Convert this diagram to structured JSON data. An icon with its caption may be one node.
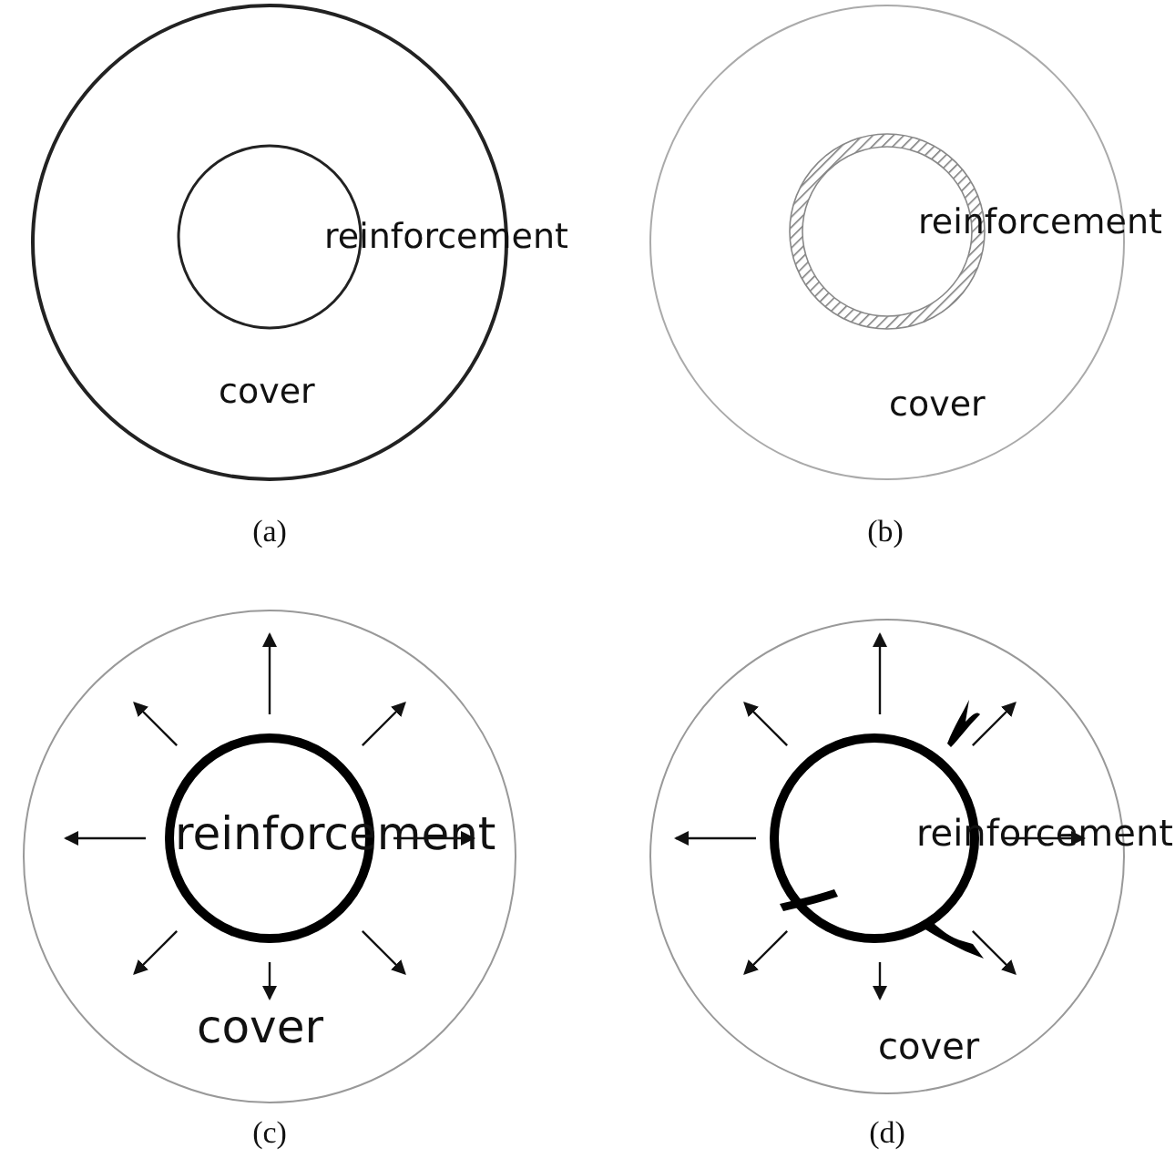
{
  "diagram": {
    "nodes": [
      {
        "text": [
          "cover"
        ],
        "beside": [
          "(a)"
        ]
      },
      {
        "text": [
          "reinforcement"
        ],
        "in": 0
      },
      {
        "text": [
          "cover"
        ],
        "beside": [
          "(b)"
        ]
      },
      {
        "text": [
          "reinforcement"
        ],
        "in": 2
      },
      {
        "text": [
          "cover"
        ],
        "beside": [
          "(c)"
        ]
      },
      {
        "text": [
          "reinforcement"
        ],
        "in": 4
      },
      {
        "text": [
          "cover"
        ],
        "beside": [
          "(d)"
        ]
      },
      {
        "text": [
          "reinforcement"
        ],
        "in": 6
      }
    ]
  }
}
